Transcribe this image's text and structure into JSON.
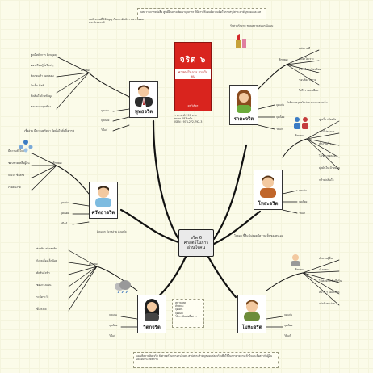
{
  "header_note": "บทความจากหนังสือ ศูนย์ฝึกอบรมพัฒนาบุคลากร ที่มีการใช้แผนที่ความคิดในการสรุปสาระสำคัญของแต่ละบท",
  "center": {
    "line1": "จริต 6",
    "line2": "ศาสตร์ในการ",
    "line3": "อ่านใจคน"
  },
  "book": {
    "title": "จริต ๖",
    "subtitle": "ศาสตร์ในการ อ่านใจคน",
    "footer": "ดร.วิเชียร",
    "info": [
      "ราคาปกติ 299 บาท",
      "ขนาด 183 หน้า",
      "ISBN : 974-272-792-3"
    ]
  },
  "bottom_note": "แผนที่ความคิด จริต 6 ศาสตร์ในการอ่านใจคน สรุปสาระสำคัญของแต่ละจริตเพื่อใช้ในการทำความเข้าใจและสื่อสารกับผู้อื่นอย่างมีประสิทธิภาพ",
  "legend_note": [
    "หมายเหตุ",
    "ลักษณะ",
    "จุดเด่น",
    "จุดด้อย",
    "วิธีการติดต่อสื่อสาร"
  ],
  "nodes": {
    "phuttha": {
      "name": "พุทธจริต",
      "intro": "บุคลิกภาพที่ใช้ปัญญาในการคิดพิจารณาเหตุผล ชอบวิเคราะห์",
      "heading": "ลักษณะ",
      "items": [
        "พูดมีหลักการ มีเหตุผล",
        "ชอบเรียนรู้สิ่งใหม่ ๆ",
        "คิดก่อนทำ รอบคอบ",
        "ใจเย็น มีสติ",
        "ตัดสินใจด้วยข้อมูล",
        "ชอบความถูกต้อง"
      ],
      "b1": "จุดเด่น",
      "b2": "จุดด้อย",
      "b3": "วิธีแก้"
    },
    "sattha": {
      "name": "ศรัทธาจริต",
      "intro": "เชื่อง่าย มีความศรัทธา ยึดมั่นในสิ่งที่เคารพ",
      "heading": "ลักษณะ",
      "items": [
        "มีความตั้งใจจริง",
        "ชอบช่วยเหลือผู้อื่น",
        "จริงใจ ซื่อตรง",
        "เชื่อคนง่าย"
      ],
      "b1": "จุดเด่น",
      "b2": "จุดด้อย",
      "b3": "วิธีแก้"
    },
    "raka": {
      "name": "ราคะจริต",
      "intro": "รักสวยรักงาม ชอบความสมบูรณ์แบบ",
      "heading": "ลักษณะ",
      "items": [
        "แต่งกายดี",
        "พูดจาไพเราะ",
        "มีระเบียบ เรียบร้อย",
        "ชอบสิ่งสวยงาม",
        "ใส่ใจรายละเอียด"
      ],
      "b1": "จุดเด่น",
      "b2": "จุดด้อย",
      "b3": "วิธีแก้"
    },
    "tosa": {
      "name": "โทสะจริต",
      "intro": "ใจร้อน หงุดหงิดง่าย ทำงานรวดเร็ว",
      "heading": "ลักษณะ",
      "items": [
        "พูดเร็ว เสียงดัง",
        "ตรงไปตรงมา",
        "ทำงานเร็ว",
        "ไม่ชอบรอคอย",
        "มุ่งมั่นในเป้าหมาย",
        "กล้าตัดสินใจ"
      ],
      "b1": "จุดเด่น",
      "b2": "จุดด้อย",
      "b3": "วิธีแก้"
    },
    "vitok": {
      "name": "วิตกจริต",
      "intro": "คิดมาก กังวลง่าย ลังเลใจ",
      "heading": "ลักษณะ",
      "items": [
        "ช่างคิด ช่างสงสัย",
        "กังวลเรื่องเล็กน้อย",
        "ตัดสินใจช้า",
        "ชอบวางแผน",
        "ระมัดระวัง",
        "ขี้เกรงใจ"
      ],
      "b1": "จุดเด่น",
      "b2": "จุดด้อย",
      "b3": "วิธีแก้"
    },
    "moha": {
      "name": "โมหะจริต",
      "intro": "ใจลอย ขี้ลืม ไม่ค่อยมีความเห็นของตนเอง",
      "heading": "ลักษณะ",
      "items": [
        "ทำตามผู้อื่น",
        "เฉื่อยชา",
        "ไม่ค่อยกระตือรือร้น",
        "สบาย ๆ ไม่เครียด",
        "เข้ากับคนง่าย"
      ],
      "b1": "จุดเด่น",
      "b2": "จุดด้อย",
      "b3": "วิธีแก้"
    }
  }
}
